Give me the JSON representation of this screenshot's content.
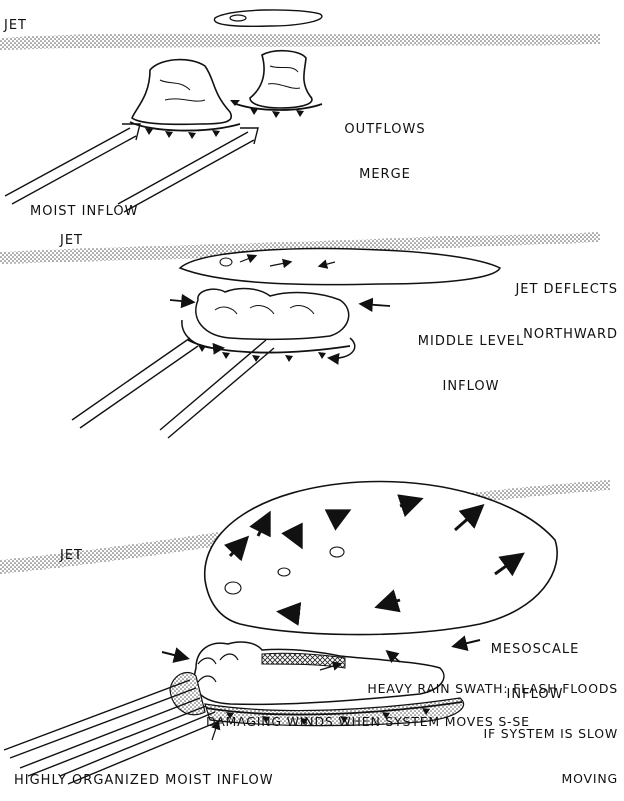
{
  "panel1": {
    "jet": "JET",
    "outflows": [
      "OUTFLOWS",
      "MERGE"
    ],
    "moist_inflow": "MOIST INFLOW"
  },
  "panel2": {
    "jet": "JET",
    "jet_deflects": [
      "JET DEFLECTS",
      "NORTHWARD"
    ],
    "middle_level": [
      "MIDDLE LEVEL",
      "INFLOW"
    ]
  },
  "panel3": {
    "jet": "JET",
    "mesoscale": [
      "MESOSCALE",
      "INFLOW"
    ],
    "heavy_rain": [
      "HEAVY RAIN SWATH: FLASH FLOODS",
      "IF SYSTEM IS SLOW",
      "MOVING"
    ],
    "damaging_winds": "DAMAGING WINDS WHEN SYSTEM MOVES S-SE",
    "organized_inflow": "HIGHLY ORGANIZED MOIST INFLOW"
  }
}
